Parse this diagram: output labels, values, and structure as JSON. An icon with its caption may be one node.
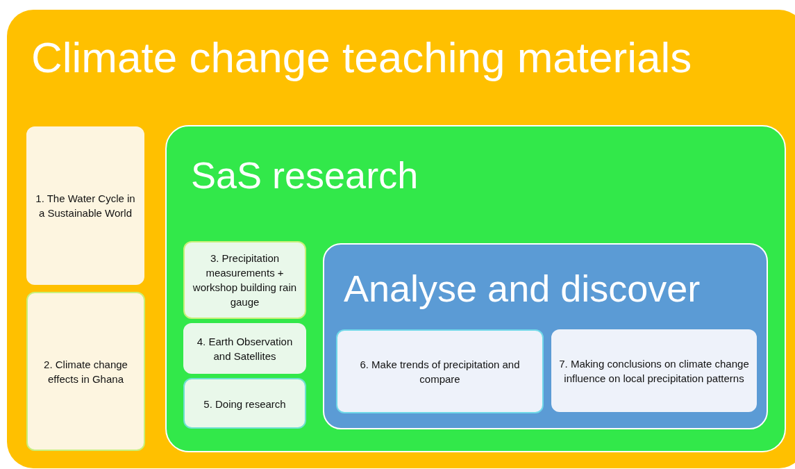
{
  "diagram": {
    "nodes": [
      {
        "text": [
          "Climate change teaching materials"
        ]
      },
      {
        "text": [
          "1. The Water Cycle in a Sustainable World"
        ],
        "in": 0
      },
      {
        "text": [
          "2. Climate change effects in Ghana"
        ],
        "in": 0
      },
      {
        "text": [
          "SaS research"
        ],
        "in": 0
      },
      {
        "text": [
          "3. Precipitation measurements + workshop building rain gauge"
        ],
        "in": 3
      },
      {
        "text": [
          "4. Earth Observation and Satellites"
        ],
        "in": 3
      },
      {
        "text": [
          "5. Doing research"
        ],
        "in": 3
      },
      {
        "text": [
          "Analyse and discover"
        ],
        "in": 3
      },
      {
        "text": [
          "6. Make trends of precipitation and compare"
        ],
        "in": 7
      },
      {
        "text": [
          "7. Making conclusions on climate change influence on local precipitation patterns"
        ],
        "in": 7
      }
    ]
  }
}
